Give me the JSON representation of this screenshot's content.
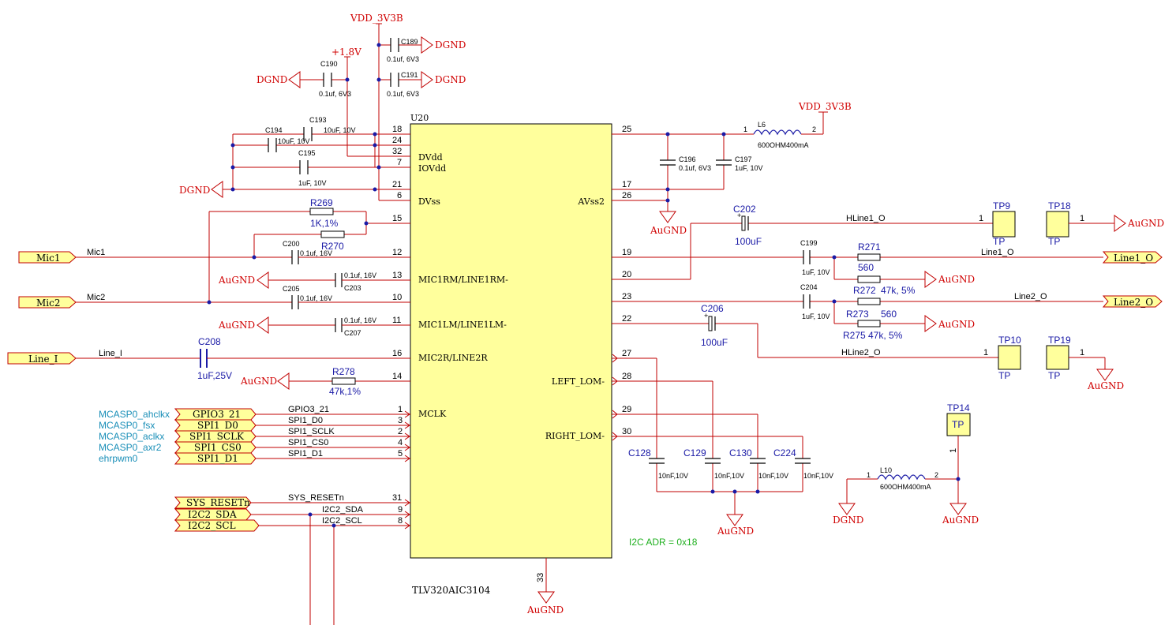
{
  "chip": {
    "ref": "U20",
    "part": "TLV320AIC3104",
    "pins_left": {
      "dvdd": "DVdd",
      "iovdd": "IOVdd",
      "dvss": "DVss",
      "mic1rm": "MIC1RM/LINE1RM-",
      "mic1lm": "MIC1LM/LINE1LM-",
      "mic2r": "MIC2R/LINE2R",
      "mclk": "MCLK"
    },
    "pins_right": {
      "avss2": "AVss2",
      "left_lom": "LEFT_LOM-",
      "right_lom": "RIGHT_LOM-"
    },
    "pin_numbers": {
      "p18": "18",
      "p24": "24",
      "p32": "32",
      "p7": "7",
      "p21": "21",
      "p6": "6",
      "p15": "15",
      "p12": "12",
      "p13": "13",
      "p10": "10",
      "p11": "11",
      "p16": "16",
      "p14": "14",
      "p1": "1",
      "p3": "3",
      "p2": "2",
      "p4": "4",
      "p5": "5",
      "p31": "31",
      "p9": "9",
      "p8": "8",
      "p25": "25",
      "p17": "17",
      "p26": "26",
      "p19": "19",
      "p20": "20",
      "p23": "23",
      "p22": "22",
      "p27": "27",
      "p28": "28",
      "p29": "29",
      "p30": "30",
      "p33": "33"
    }
  },
  "power": {
    "vdd_top": "VDD_3V3B",
    "vdd_right": "VDD_3V3B",
    "v18": "+1.8V",
    "dgnd": "DGND",
    "agnd": "AuGND"
  },
  "caps": {
    "c189": {
      "ref": "C189",
      "val": "0.1uf, 6V3"
    },
    "c191": {
      "ref": "C191",
      "val": "0.1uf, 6V3"
    },
    "c190": {
      "ref": "C190",
      "val": "0.1uf, 6V3"
    },
    "c193": {
      "ref": "C193",
      "val": "10uF, 10V"
    },
    "c194": {
      "ref": "C194",
      "val": "10uF, 10V"
    },
    "c195": {
      "ref": "C195",
      "val": "1uF, 10V"
    },
    "c196": {
      "ref": "C196",
      "val": "0.1uf, 6V3"
    },
    "c197": {
      "ref": "C197",
      "val": "1uF, 10V"
    },
    "c200": {
      "ref": "C200",
      "val": "0.1uf, 16V"
    },
    "c203": {
      "ref": "C203",
      "val": "0.1uf, 16V"
    },
    "c205": {
      "ref": "C205",
      "val": "0.1uf, 16V"
    },
    "c207": {
      "ref": "C207",
      "val": "0.1uf, 16V"
    },
    "c208": {
      "ref": "C208",
      "val": "1uF,25V"
    },
    "c199": {
      "ref": "C199",
      "val": "1uF, 10V"
    },
    "c204": {
      "ref": "C204",
      "val": "1uF, 10V"
    },
    "c202": {
      "ref": "C202",
      "val": "100uF"
    },
    "c206": {
      "ref": "C206",
      "val": "100uF"
    },
    "c128": {
      "ref": "C128",
      "val": "10nF,10V"
    },
    "c129": {
      "ref": "C129",
      "val": "10nF,10V"
    },
    "c130": {
      "ref": "C130",
      "val": "10nF,10V"
    },
    "c224": {
      "ref": "C224",
      "val": "10nF,10V"
    }
  },
  "resistors": {
    "r269": {
      "ref": "R269",
      "val": "1K,1%"
    },
    "r270": {
      "ref": "R270"
    },
    "r278": {
      "ref": "R278",
      "val": "47k,1%"
    },
    "r271": {
      "ref": "R271",
      "val": "560"
    },
    "r272": {
      "ref": "R272",
      "val": "47k, 5%"
    },
    "r273": {
      "ref": "R273",
      "val": "560"
    },
    "r275": {
      "ref": "R275",
      "val": "47k, 5%"
    }
  },
  "inductors": {
    "l6": {
      "ref": "L6",
      "val": "600OHM400mA",
      "pin1": "1",
      "pin2": "2"
    },
    "l10": {
      "ref": "L10",
      "val": "600OHM400mA",
      "pin1": "1",
      "pin2": "2"
    }
  },
  "testpoints": {
    "tp9": {
      "ref": "TP9",
      "label": "TP",
      "pin": "1"
    },
    "tp18": {
      "ref": "TP18",
      "label": "TP",
      "pin": "1"
    },
    "tp10": {
      "ref": "TP10",
      "label": "TP",
      "pin": "1"
    },
    "tp19": {
      "ref": "TP19",
      "label": "TP",
      "pin": "1"
    },
    "tp14": {
      "ref": "TP14",
      "label": "TP",
      "pin": "1"
    }
  },
  "ports": {
    "mic1": "Mic1",
    "mic2": "Mic2",
    "line_i": "Line_I",
    "line1_o": "Line1_O",
    "line2_o": "Line2_O",
    "gpio3_21": "GPIO3_21",
    "spi1_d0": "SPI1_D0",
    "spi1_sclk": "SPI1_SCLK",
    "spi1_cs0": "SPI1_CS0",
    "spi1_d1": "SPI1_D1",
    "sys_resetn": "SYS_RESETn",
    "i2c2_sda": "I2C2_SDA",
    "i2c2_scl": "I2C2_SCL"
  },
  "nets": {
    "mic1": "Mic1",
    "mic2": "Mic2",
    "line_i": "Line_I",
    "hline1_o": "HLine1_O",
    "hline2_o": "HLine2_O",
    "line1_o": "Line1_O",
    "line2_o": "Line2_O",
    "gpio3_21": "GPIO3_21",
    "spi1_d0": "SPI1_D0",
    "spi1_sclk": "SPI1_SCLK",
    "spi1_cs0": "SPI1_CS0",
    "spi1_d1": "SPI1_D1",
    "sys_resetn": "SYS_RESETn",
    "i2c2_sda": "I2C2_SDA",
    "i2c2_scl": "I2C2_SCL"
  },
  "aliases": {
    "a1": "MCASP0_ahclkx",
    "a2": "MCASP0_fsx",
    "a3": "MCASP0_aclkx",
    "a4": "MCASP0_axr2",
    "a5": "ehrpwm0"
  },
  "notes": {
    "i2c_adr": "I2C ADR = 0x18"
  },
  "colors": {
    "wire": "#c00000",
    "component": "#1a1aa6",
    "port_fill": "#ffff9c",
    "alias_text": "#1a8fb8",
    "note_text": "#20b020"
  }
}
